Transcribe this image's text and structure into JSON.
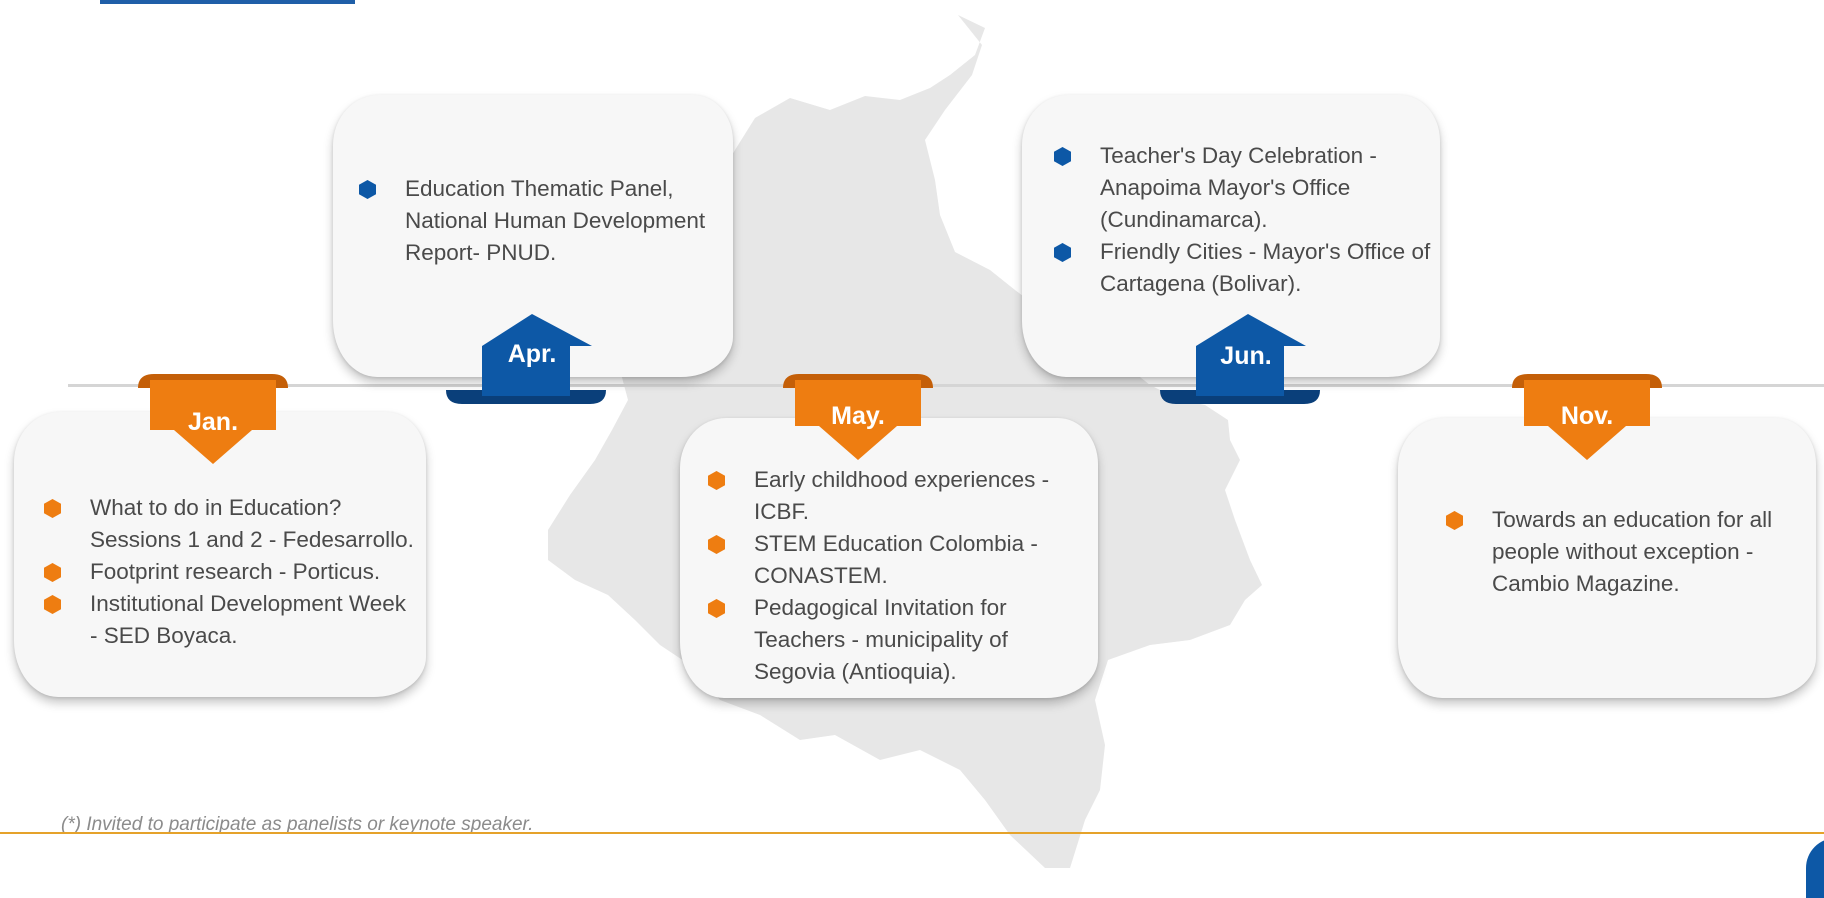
{
  "months": {
    "jan": {
      "label": "Jan.",
      "color": "#ee7d11"
    },
    "apr": {
      "label": "Apr.",
      "color": "#0d58a6"
    },
    "may": {
      "label": "May.",
      "color": "#ee7d11"
    },
    "jun": {
      "label": "Jun.",
      "color": "#0d58a6"
    },
    "nov": {
      "label": "Nov.",
      "color": "#ee7d11"
    }
  },
  "events": {
    "jan": [
      "What to do in Education? Sessions 1 and 2 - Fedesarrollo.",
      "Footprint research - Porticus.",
      "Institutional Development Week - SED Boyaca."
    ],
    "apr": [
      "Education Thematic Panel, National Human Development Report- PNUD."
    ],
    "may": [
      "Early childhood experiences - ICBF.",
      "STEM Education Colombia - CONASTEM.",
      "Pedagogical Invitation for Teachers - municipality of Segovia (Antioquia)."
    ],
    "jun": [
      "Teacher's Day Celebration - Anapoima Mayor's Office (Cundinamarca).",
      "Friendly Cities - Mayor's Office of Cartagena (Bolivar)."
    ],
    "nov": [
      "Towards an education for all people without exception - Cambio Magazine."
    ]
  },
  "footnote": "(*) Invited to participate as panelists or keynote speaker.",
  "colors": {
    "accent_orange": "#ee7d11",
    "accent_blue": "#0d58a6",
    "map_gray": "#e7e7e7"
  }
}
